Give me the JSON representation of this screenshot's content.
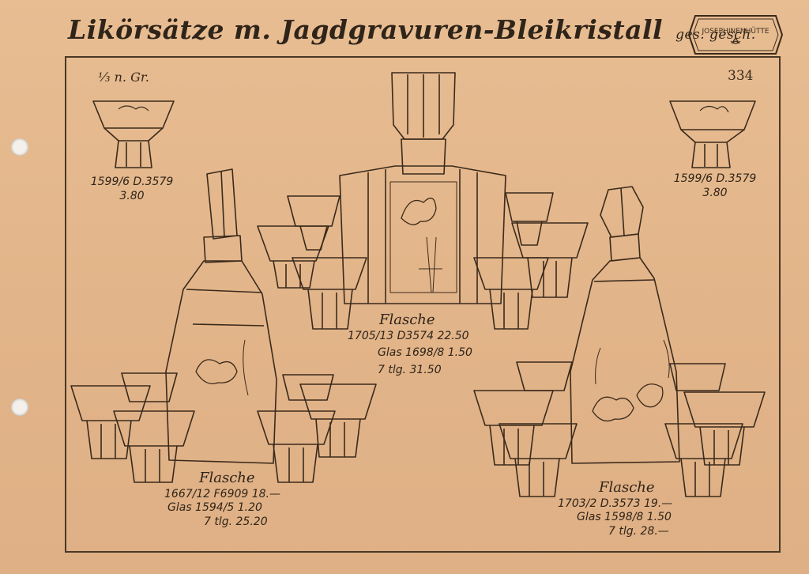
{
  "header": {
    "title": "Likörsätze m. Jagdgravuren-Bleikristall",
    "title_suffix": "ges. gesch.",
    "stamp_text": "JOSEPHINENHÜTTE"
  },
  "scale_note": "⅓ n. Gr.",
  "page_number": "334",
  "captions": {
    "glass_left": [
      "1599/6 D.3579",
      "3.80"
    ],
    "glass_right": [
      "1599/6 D.3579",
      "3.80"
    ],
    "center_set": {
      "heading": "Flasche",
      "lines": [
        "1705/13 D3574  22.50",
        "Glas 1698/8 1.50",
        "7 tlg. 31.50"
      ]
    },
    "left_set": {
      "heading": "Flasche",
      "lines": [
        "1667/12 F6909 18.—",
        "Glas 1594/5 1.20",
        "7 tlg. 25.20"
      ]
    },
    "right_set": {
      "heading": "Flasche",
      "lines": [
        "1703/2  D.3573 19.—",
        "Glas 1598/8 1.50",
        "7 tlg. 28.—"
      ]
    }
  },
  "colors": {
    "paper": "#e4b88d",
    "ink": "#3a2a1c"
  }
}
